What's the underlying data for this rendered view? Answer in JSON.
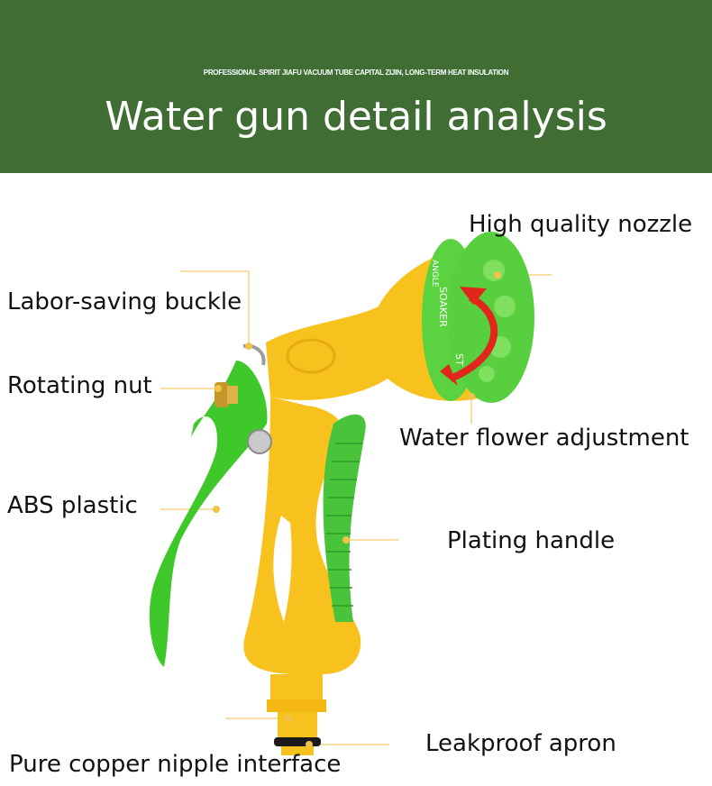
{
  "header": {
    "subtitle": "PROFESSIONAL SPIRIT JIAFU VACUUM TUBE CAPITAL ZIJIN, LONG-TERM HEAT INSULATION",
    "title": "Water gun detail analysis"
  },
  "labels": {
    "nozzle": "High quality nozzle",
    "buckle": "Labor-saving buckle",
    "nut": "Rotating nut",
    "water_flower": "Water flower adjustment",
    "abs": "ABS plastic",
    "handle": "Plating handle",
    "apron": "Leakproof apron",
    "nipple": "Pure copper nipple interface"
  },
  "nozzle_ring_text": [
    "SOAKER",
    "ST",
    "ANGLE"
  ],
  "colors": {
    "banner": "#3f6d34",
    "body_yellow": "#f7c21d",
    "trigger_green": "#3fc82a",
    "nozzle_green": "#5bd240",
    "arrow_red": "#e3261c",
    "leader_line": "#f2c24a"
  }
}
